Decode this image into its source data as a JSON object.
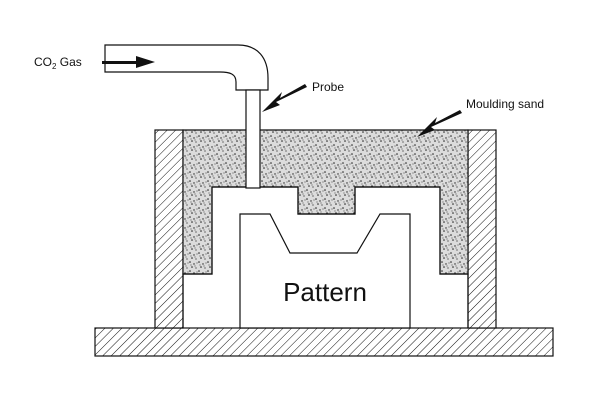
{
  "labels": {
    "gas_prefix": "CO",
    "gas_subscript": "2",
    "gas_suffix": " Gas",
    "probe": "Probe",
    "moulding_sand": "Moulding sand",
    "pattern": "Pattern"
  },
  "colors": {
    "line": "#111111",
    "sand_fill": "#d9d9d9",
    "sand_dots": "#222222",
    "background": "#ffffff"
  }
}
